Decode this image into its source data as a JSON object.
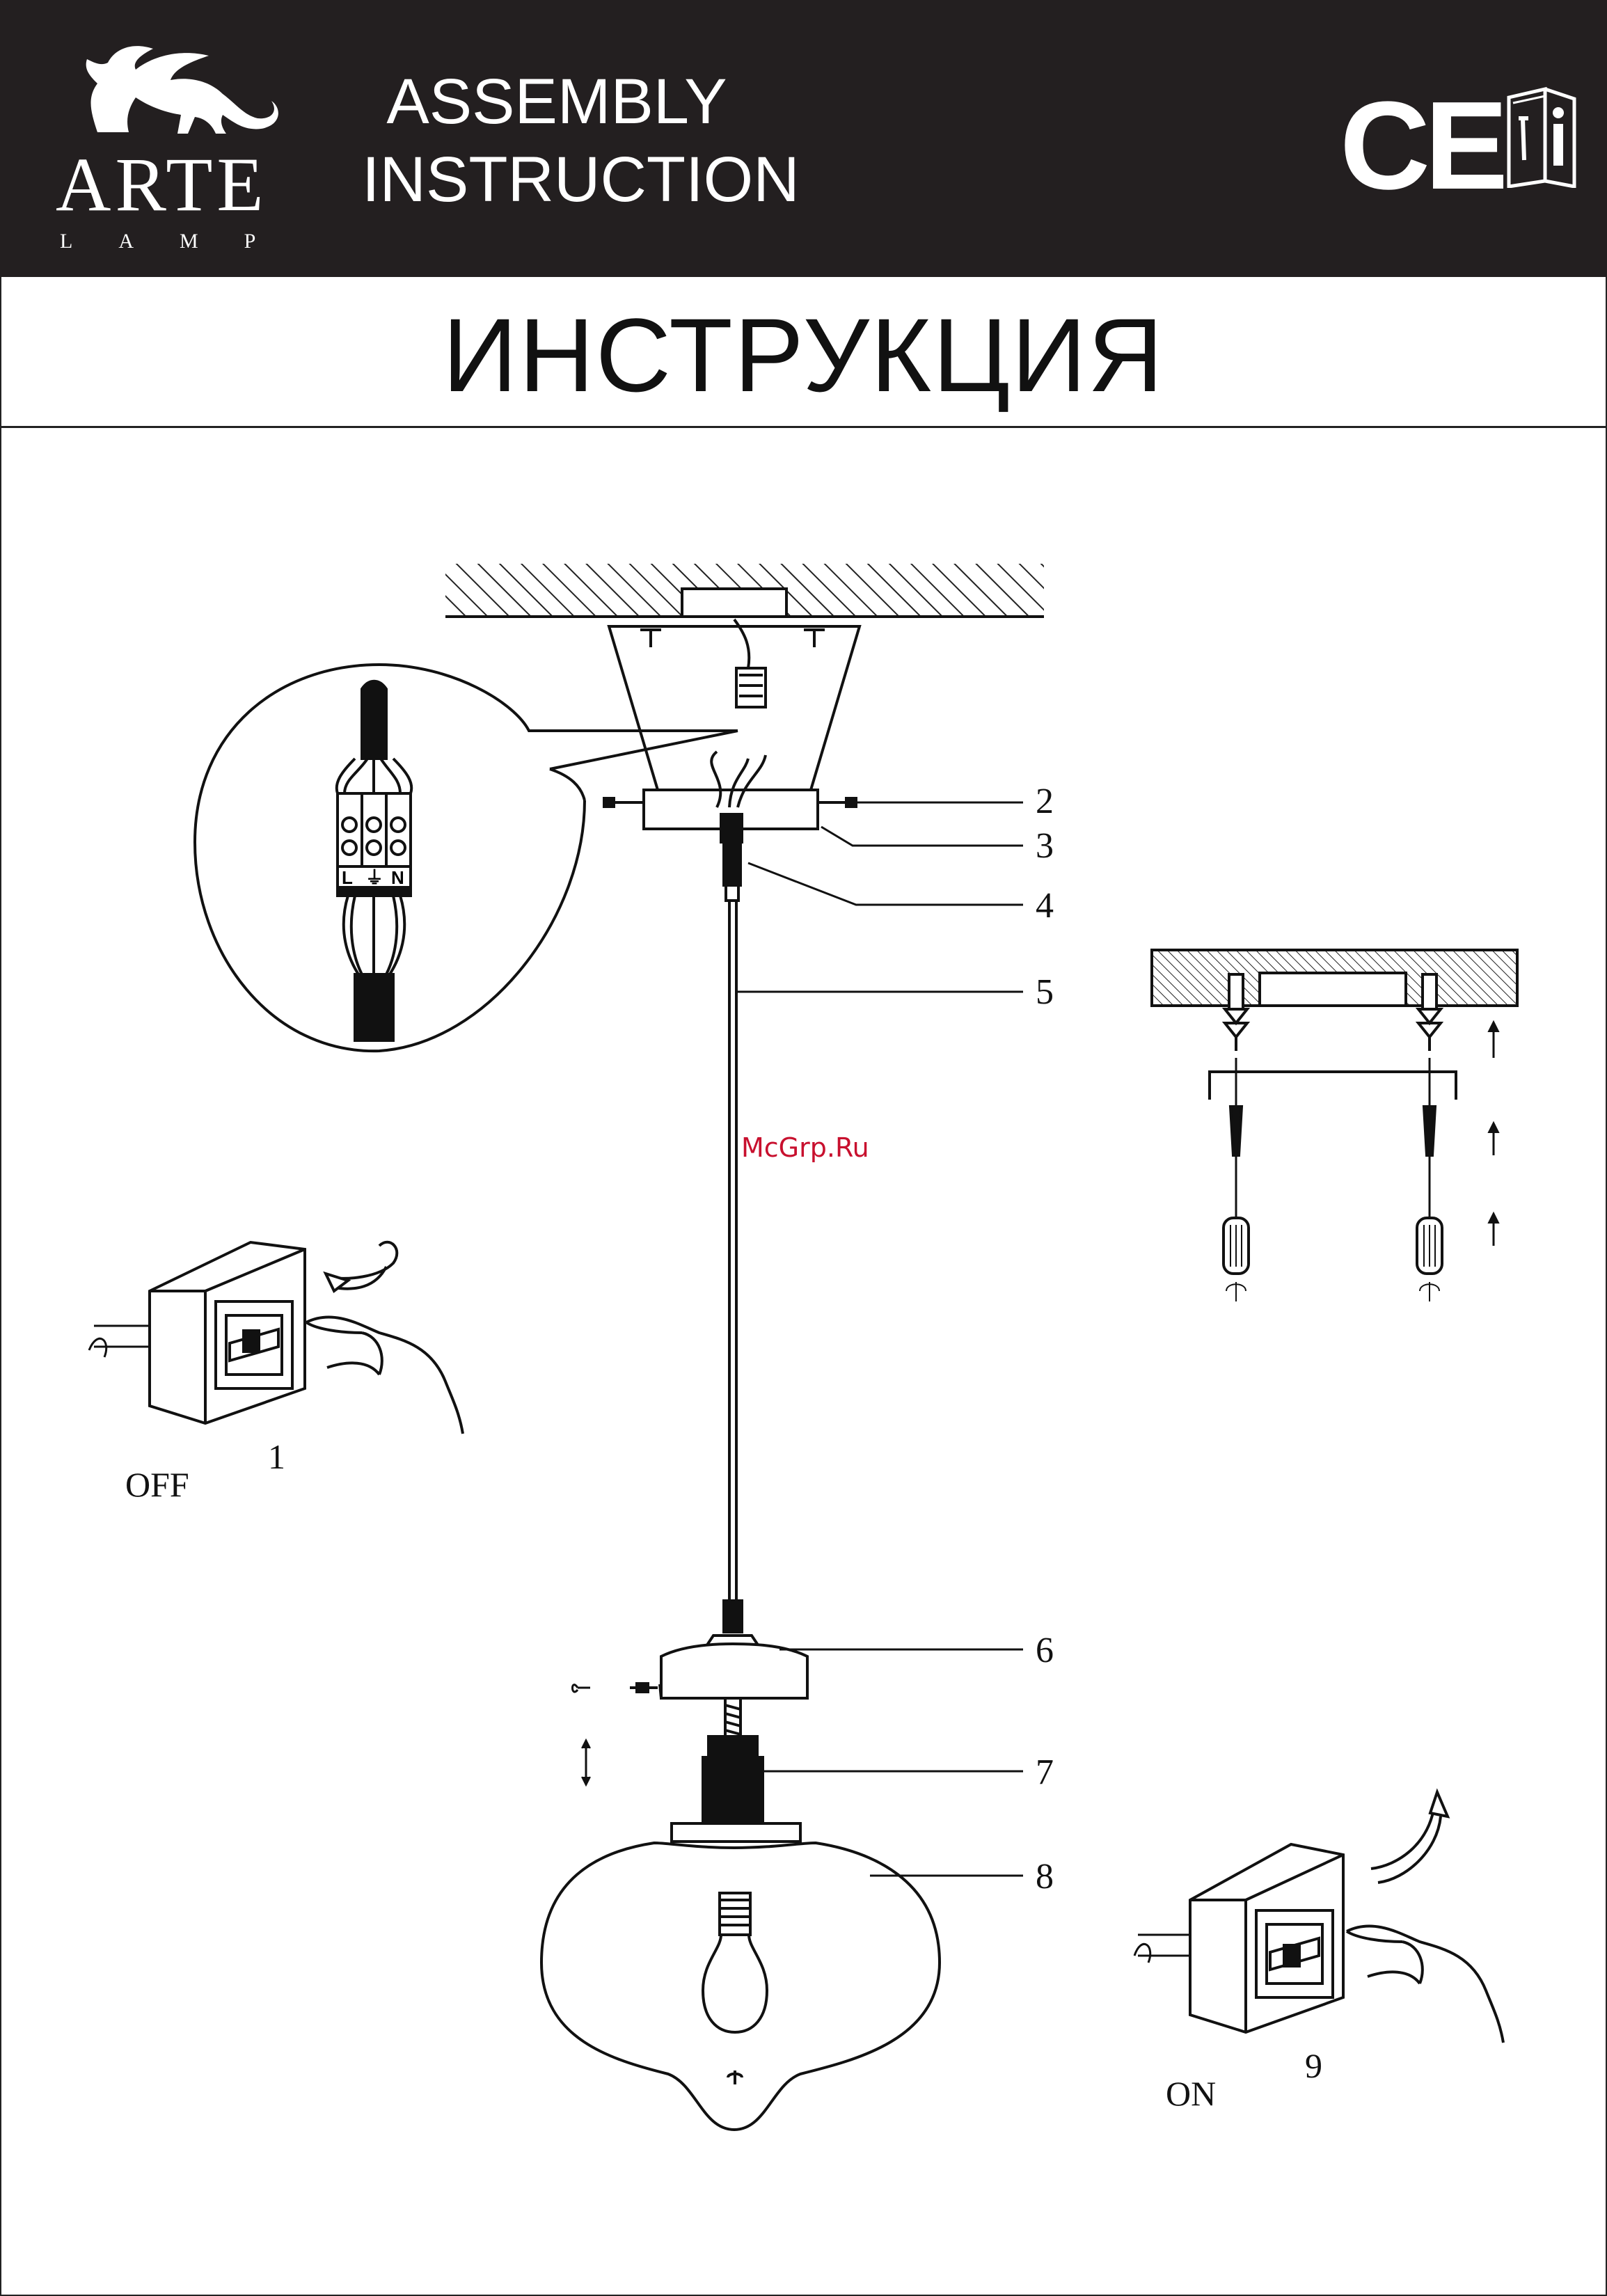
{
  "header": {
    "brand": "ARTE",
    "brand_sub": "LAMP",
    "title_line1": "ASSEMBLY",
    "title_line2": "INSTRUCTION",
    "ce_mark": "CE",
    "manual_icon": "info-manual-icon"
  },
  "title_ru": "ИНСТРУКЦИЯ",
  "watermark": "McGrp.Ru",
  "callouts": [
    "2",
    "3",
    "4",
    "5",
    "6",
    "7",
    "8"
  ],
  "wiring_labels": {
    "live": "L",
    "earth": "⏚",
    "neutral": "N"
  },
  "step_off": {
    "number": "1",
    "label": "OFF"
  },
  "step_on": {
    "number": "9",
    "label": "ON"
  },
  "colors": {
    "header_bg": "#231f20",
    "watermark": "#c8102e",
    "line": "#111111"
  }
}
